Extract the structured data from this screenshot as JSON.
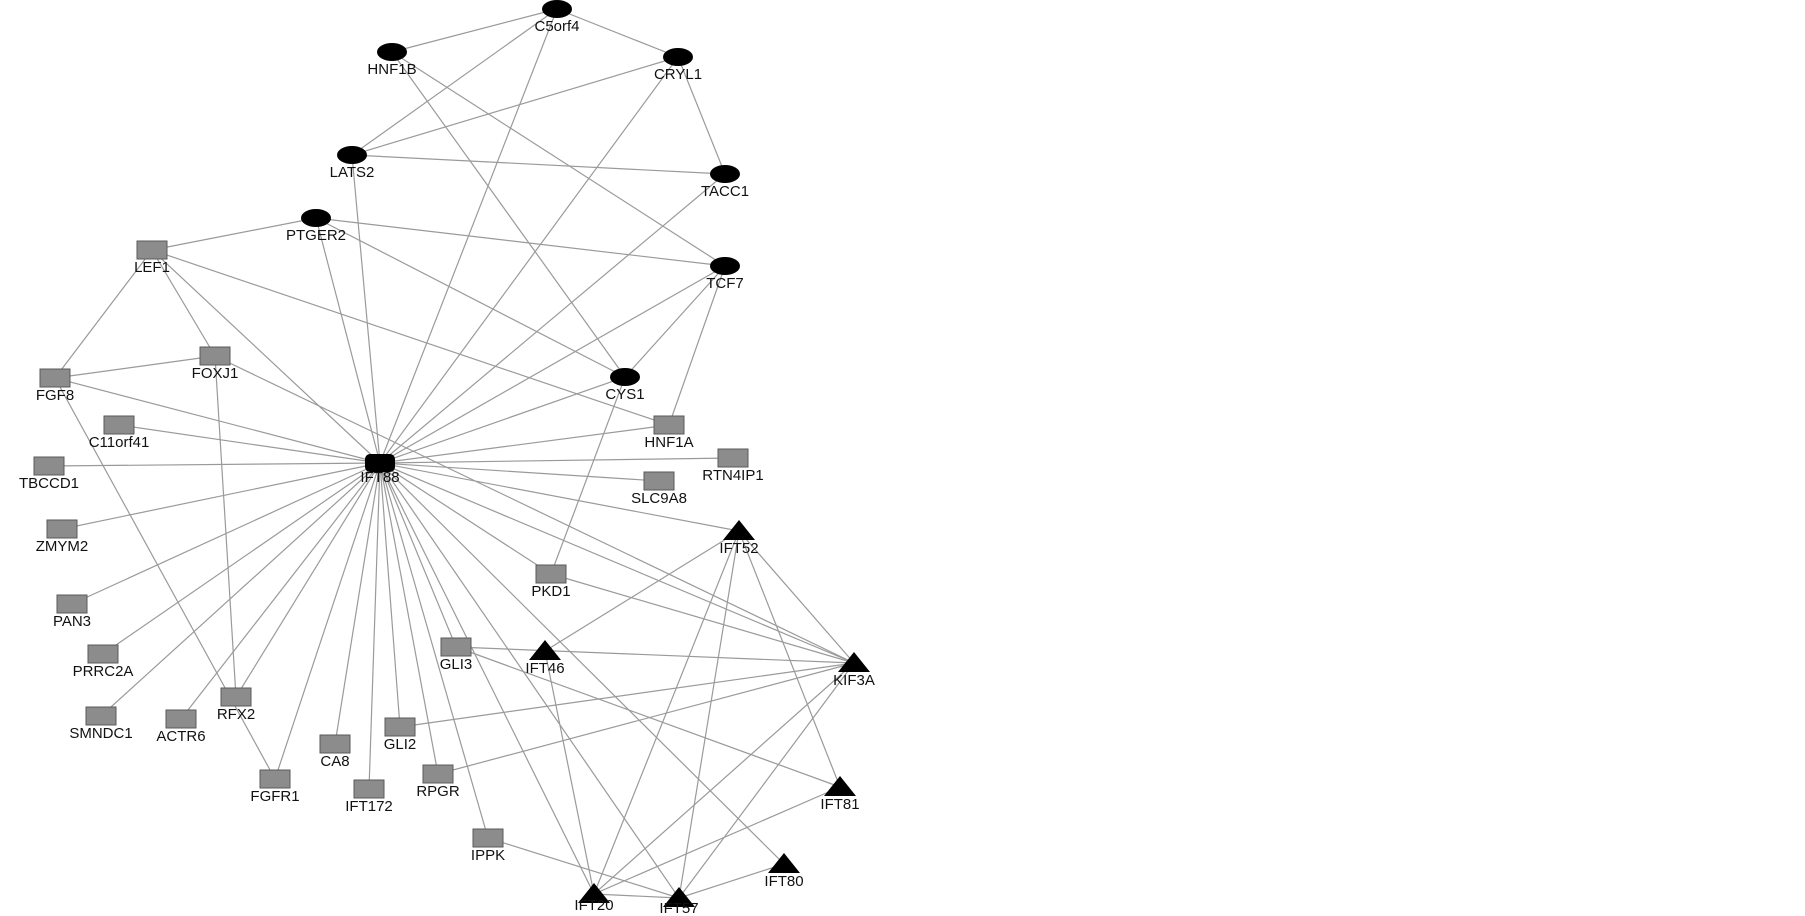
{
  "colors": {
    "background": "#ffffff",
    "edge": "#9a9a9a",
    "oval_node": "#000000",
    "rect_node_fill": "#8c8c8c",
    "rect_node_stroke": "#5a5a5a",
    "triangle_node": "#000000",
    "hub_node": "#000000",
    "label": "#111111"
  },
  "network": {
    "nodes": [
      {
        "id": "IFT88",
        "label": "IFT88",
        "shape": "hub"
      },
      {
        "id": "C5orf4",
        "label": "C5orf4",
        "shape": "oval"
      },
      {
        "id": "HNF1B",
        "label": "HNF1B",
        "shape": "oval"
      },
      {
        "id": "CRYL1",
        "label": "CRYL1",
        "shape": "oval"
      },
      {
        "id": "LATS2",
        "label": "LATS2",
        "shape": "oval"
      },
      {
        "id": "TACC1",
        "label": "TACC1",
        "shape": "oval"
      },
      {
        "id": "PTGER2",
        "label": "PTGER2",
        "shape": "oval"
      },
      {
        "id": "TCF7",
        "label": "TCF7",
        "shape": "oval"
      },
      {
        "id": "CYS1",
        "label": "CYS1",
        "shape": "oval"
      },
      {
        "id": "LEF1",
        "label": "LEF1",
        "shape": "rect"
      },
      {
        "id": "FOXJ1",
        "label": "FOXJ1",
        "shape": "rect"
      },
      {
        "id": "FGF8",
        "label": "FGF8",
        "shape": "rect"
      },
      {
        "id": "C11orf41",
        "label": "C11orf41",
        "shape": "rect"
      },
      {
        "id": "TBCCD1",
        "label": "TBCCD1",
        "shape": "rect"
      },
      {
        "id": "ZMYM2",
        "label": "ZMYM2",
        "shape": "rect"
      },
      {
        "id": "PAN3",
        "label": "PAN3",
        "shape": "rect"
      },
      {
        "id": "PRRC2A",
        "label": "PRRC2A",
        "shape": "rect"
      },
      {
        "id": "SMNDC1",
        "label": "SMNDC1",
        "shape": "rect"
      },
      {
        "id": "ACTR6",
        "label": "ACTR6",
        "shape": "rect"
      },
      {
        "id": "RFX2",
        "label": "RFX2",
        "shape": "rect"
      },
      {
        "id": "FGFR1",
        "label": "FGFR1",
        "shape": "rect"
      },
      {
        "id": "CA8",
        "label": "CA8",
        "shape": "rect"
      },
      {
        "id": "IFT172",
        "label": "IFT172",
        "shape": "rect"
      },
      {
        "id": "GLI2",
        "label": "GLI2",
        "shape": "rect"
      },
      {
        "id": "RPGR",
        "label": "RPGR",
        "shape": "rect"
      },
      {
        "id": "GLI3",
        "label": "GLI3",
        "shape": "rect"
      },
      {
        "id": "IPPK",
        "label": "IPPK",
        "shape": "rect"
      },
      {
        "id": "PKD1",
        "label": "PKD1",
        "shape": "rect"
      },
      {
        "id": "HNF1A",
        "label": "HNF1A",
        "shape": "rect"
      },
      {
        "id": "RTN4IP1",
        "label": "RTN4IP1",
        "shape": "rect"
      },
      {
        "id": "SLC9A8",
        "label": "SLC9A8",
        "shape": "rect"
      },
      {
        "id": "IFT52",
        "label": "IFT52",
        "shape": "triangle"
      },
      {
        "id": "IFT46",
        "label": "IFT46",
        "shape": "triangle"
      },
      {
        "id": "KIF3A",
        "label": "KIF3A",
        "shape": "triangle"
      },
      {
        "id": "IFT81",
        "label": "IFT81",
        "shape": "triangle"
      },
      {
        "id": "IFT80",
        "label": "IFT80",
        "shape": "triangle"
      },
      {
        "id": "IFT20",
        "label": "IFT20",
        "shape": "triangle"
      },
      {
        "id": "IFT57",
        "label": "IFT57",
        "shape": "triangle"
      }
    ],
    "edges": [
      [
        "C5orf4",
        "HNF1B"
      ],
      [
        "C5orf4",
        "CRYL1"
      ],
      [
        "C5orf4",
        "LATS2"
      ],
      [
        "C5orf4",
        "IFT88"
      ],
      [
        "HNF1B",
        "TCF7"
      ],
      [
        "HNF1B",
        "CYS1"
      ],
      [
        "CRYL1",
        "LATS2"
      ],
      [
        "CRYL1",
        "TACC1"
      ],
      [
        "CRYL1",
        "IFT88"
      ],
      [
        "LATS2",
        "TACC1"
      ],
      [
        "LATS2",
        "IFT88"
      ],
      [
        "TACC1",
        "IFT88"
      ],
      [
        "PTGER2",
        "LEF1"
      ],
      [
        "PTGER2",
        "TCF7"
      ],
      [
        "PTGER2",
        "CYS1"
      ],
      [
        "PTGER2",
        "IFT88"
      ],
      [
        "TCF7",
        "CYS1"
      ],
      [
        "TCF7",
        "HNF1A"
      ],
      [
        "TCF7",
        "IFT88"
      ],
      [
        "CYS1",
        "IFT88"
      ],
      [
        "CYS1",
        "PKD1"
      ],
      [
        "LEF1",
        "FGF8"
      ],
      [
        "LEF1",
        "FOXJ1"
      ],
      [
        "LEF1",
        "IFT88"
      ],
      [
        "LEF1",
        "HNF1A"
      ],
      [
        "FOXJ1",
        "FGF8"
      ],
      [
        "FOXJ1",
        "RFX2"
      ],
      [
        "FOXJ1",
        "KIF3A"
      ],
      [
        "FGF8",
        "IFT88"
      ],
      [
        "FGF8",
        "FGFR1"
      ],
      [
        "C11orf41",
        "IFT88"
      ],
      [
        "TBCCD1",
        "IFT88"
      ],
      [
        "ZMYM2",
        "IFT88"
      ],
      [
        "PAN3",
        "IFT88"
      ],
      [
        "PRRC2A",
        "IFT88"
      ],
      [
        "SMNDC1",
        "IFT88"
      ],
      [
        "ACTR6",
        "IFT88"
      ],
      [
        "RFX2",
        "IFT88"
      ],
      [
        "FGFR1",
        "IFT88"
      ],
      [
        "CA8",
        "IFT88"
      ],
      [
        "IFT172",
        "IFT88"
      ],
      [
        "GLI2",
        "IFT88"
      ],
      [
        "RPGR",
        "IFT88"
      ],
      [
        "GLI3",
        "IFT88"
      ],
      [
        "IPPK",
        "IFT88"
      ],
      [
        "PKD1",
        "IFT88"
      ],
      [
        "HNF1A",
        "IFT88"
      ],
      [
        "RTN4IP1",
        "IFT88"
      ],
      [
        "SLC9A8",
        "IFT88"
      ],
      [
        "IFT52",
        "IFT88"
      ],
      [
        "IFT20",
        "IFT88"
      ],
      [
        "IFT57",
        "IFT88"
      ],
      [
        "IFT80",
        "IFT88"
      ],
      [
        "KIF3A",
        "IFT88"
      ],
      [
        "GLI3",
        "KIF3A"
      ],
      [
        "GLI3",
        "IFT81"
      ],
      [
        "GLI2",
        "KIF3A"
      ],
      [
        "RPGR",
        "KIF3A"
      ],
      [
        "IPPK",
        "IFT57"
      ],
      [
        "PKD1",
        "KIF3A"
      ],
      [
        "IFT52",
        "IFT46"
      ],
      [
        "IFT52",
        "KIF3A"
      ],
      [
        "IFT52",
        "IFT81"
      ],
      [
        "IFT52",
        "IFT20"
      ],
      [
        "IFT52",
        "IFT57"
      ],
      [
        "IFT46",
        "IFT20"
      ],
      [
        "KIF3A",
        "IFT20"
      ],
      [
        "KIF3A",
        "IFT57"
      ],
      [
        "IFT81",
        "IFT20"
      ],
      [
        "IFT80",
        "IFT57"
      ],
      [
        "IFT20",
        "IFT57"
      ]
    ]
  }
}
